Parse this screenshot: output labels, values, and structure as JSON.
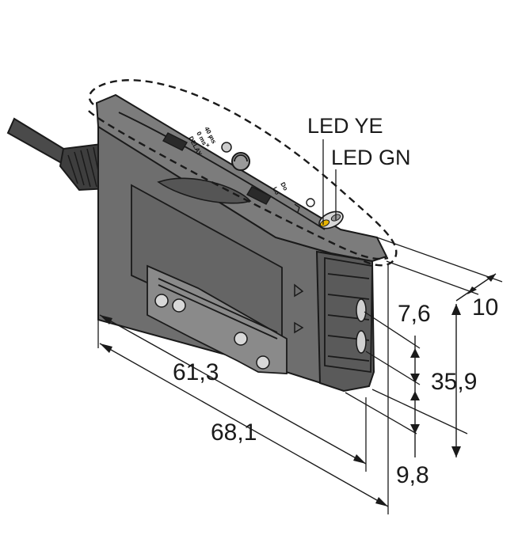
{
  "callouts": {
    "led_ye": "LED YE",
    "led_gn": "LED GN"
  },
  "dimensions": {
    "length_inner": "61,3",
    "length_outer": "68,1",
    "width": "10",
    "height": "35,9",
    "upper_offset": "7,6",
    "lower_offset": "9,8"
  },
  "device_markings": {
    "delay_label": "DELAY",
    "delay_0": "0 ms",
    "delay_40": "40 ms",
    "plus": "+",
    "minus": "–",
    "lo": "Lo",
    "do": "Do"
  },
  "colors": {
    "housing": "#6e6e6e",
    "led_yellow": "#e8b400",
    "led_green": "#9a9a9a"
  }
}
